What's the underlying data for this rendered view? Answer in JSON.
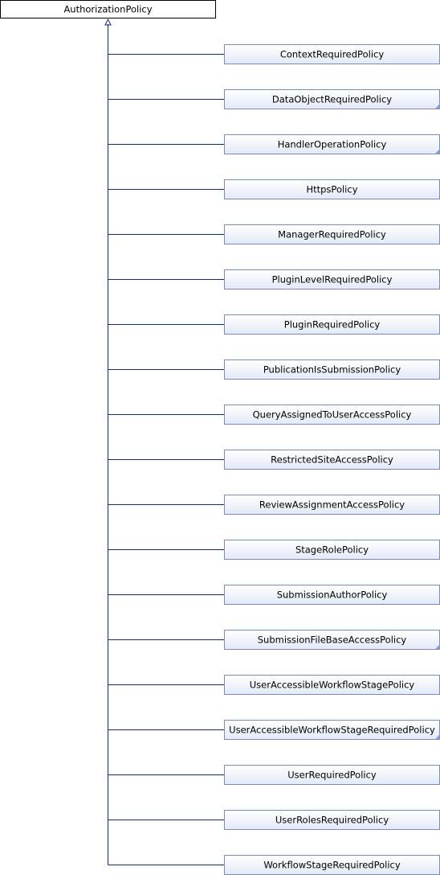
{
  "diagram": {
    "type": "class-inheritance",
    "root": "AuthorizationPolicy",
    "children": [
      {
        "label": "ContextRequiredPolicy",
        "has_more": false
      },
      {
        "label": "DataObjectRequiredPolicy",
        "has_more": true
      },
      {
        "label": "HandlerOperationPolicy",
        "has_more": true
      },
      {
        "label": "HttpsPolicy",
        "has_more": false
      },
      {
        "label": "ManagerRequiredPolicy",
        "has_more": false
      },
      {
        "label": "PluginLevelRequiredPolicy",
        "has_more": false
      },
      {
        "label": "PluginRequiredPolicy",
        "has_more": false
      },
      {
        "label": "PublicationIsSubmissionPolicy",
        "has_more": false
      },
      {
        "label": "QueryAssignedToUserAccessPolicy",
        "has_more": false
      },
      {
        "label": "RestrictedSiteAccessPolicy",
        "has_more": false
      },
      {
        "label": "ReviewAssignmentAccessPolicy",
        "has_more": false
      },
      {
        "label": "StageRolePolicy",
        "has_more": false
      },
      {
        "label": "SubmissionAuthorPolicy",
        "has_more": false
      },
      {
        "label": "SubmissionFileBaseAccessPolicy",
        "has_more": true
      },
      {
        "label": "UserAccessibleWorkflowStagePolicy",
        "has_more": false
      },
      {
        "label": "UserAccessibleWorkflowStageRequiredPolicy",
        "has_more": true
      },
      {
        "label": "UserRequiredPolicy",
        "has_more": false
      },
      {
        "label": "UserRolesRequiredPolicy",
        "has_more": false
      },
      {
        "label": "WorkflowStageRequiredPolicy",
        "has_more": false
      }
    ]
  },
  "colors": {
    "edge": "#1b2a7a",
    "node_border": "#7b8cbf",
    "node_fill_top": "#ffffff",
    "node_fill_bottom": "#e4e9f5",
    "corner_marker": "#8d9cc9"
  }
}
